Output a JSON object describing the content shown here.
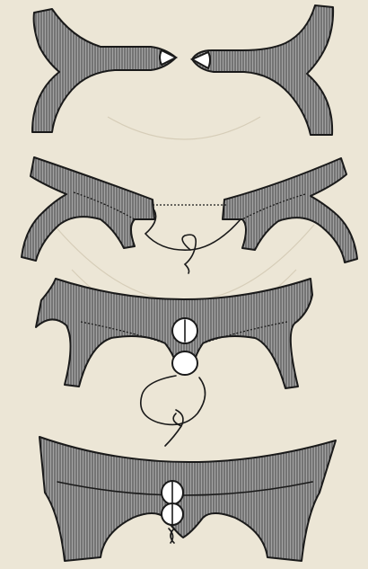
{
  "plate": {
    "background": "#ece6d6",
    "ink": "#1a1a1a",
    "fill": "#8f8f8f",
    "stages": [
      {
        "name": "stage-1",
        "description_icon": "two-split-fork-pieces"
      },
      {
        "name": "stage-2",
        "description_icon": "fork-pieces-with-thread-loop"
      },
      {
        "name": "stage-3",
        "description_icon": "joined-pieces-with-large-loop"
      },
      {
        "name": "stage-4",
        "description_icon": "fully-joined-piece"
      }
    ]
  }
}
